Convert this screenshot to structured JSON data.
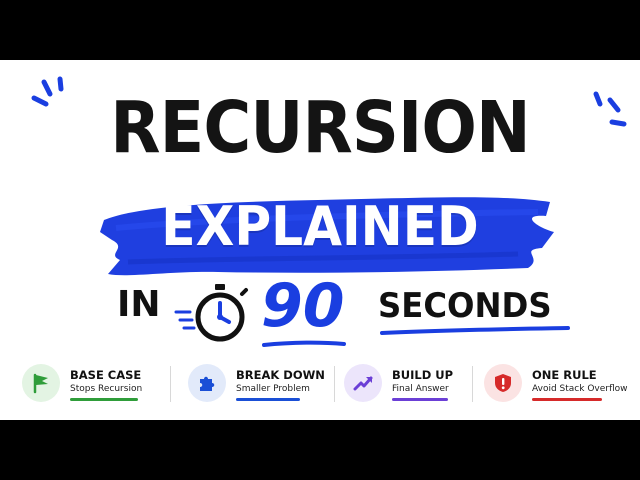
{
  "headline": {
    "title": "RECURSION",
    "subtitle": "EXPLAINED",
    "prefix": "IN",
    "number": "90",
    "unit": "SECONDS"
  },
  "colors": {
    "accent_blue": "#1a3ee0",
    "green": "#2f9d3a",
    "purple": "#6b3fd6",
    "red": "#d62a2a"
  },
  "features": [
    {
      "icon": "flag-icon",
      "title": "BASE CASE",
      "subtitle": "Stops Recursion",
      "color": "#2f9d3a",
      "bg": "#e3f4e3"
    },
    {
      "icon": "puzzle-icon",
      "title": "BREAK DOWN",
      "subtitle": "Smaller Problem",
      "color": "#1a4fd6",
      "bg": "#e2eafa"
    },
    {
      "icon": "trend-up-icon",
      "title": "BUILD UP",
      "subtitle": "Final Answer",
      "color": "#6b3fd6",
      "bg": "#ece5fb"
    },
    {
      "icon": "warning-shield-icon",
      "title": "ONE RULE",
      "subtitle": "Avoid Stack Overflow",
      "color": "#d62a2a",
      "bg": "#fbe3e3"
    }
  ]
}
